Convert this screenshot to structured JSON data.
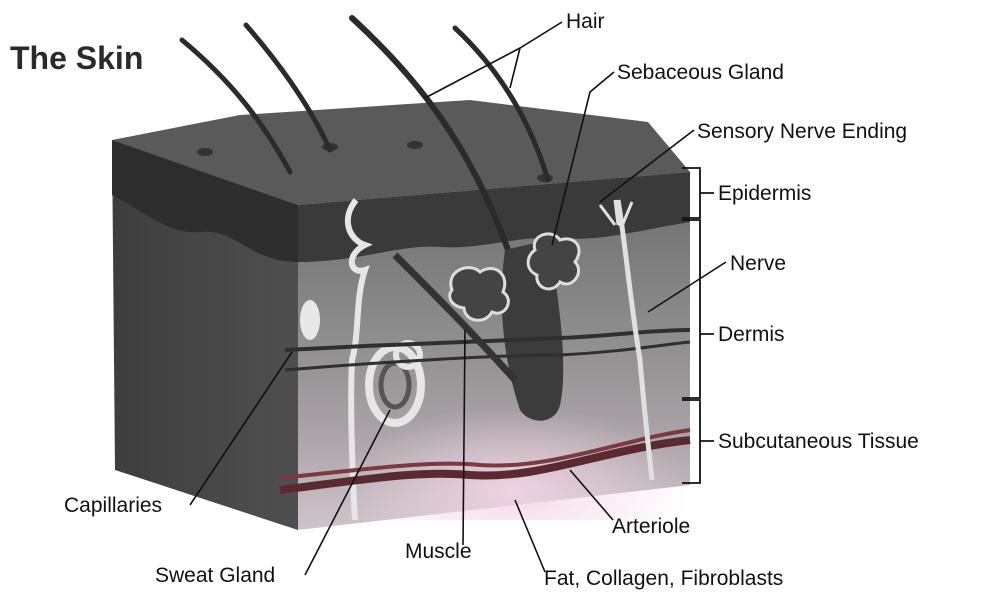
{
  "title": "The Skin",
  "labels": {
    "hair": "Hair",
    "sebaceous_gland": "Sebaceous Gland",
    "sensory_nerve_ending": "Sensory Nerve Ending",
    "epidermis": "Epidermis",
    "nerve": "Nerve",
    "dermis": "Dermis",
    "subcutaneous_tissue": "Subcutaneous Tissue",
    "capillaries": "Capillaries",
    "arteriole": "Arteriole",
    "muscle": "Muscle",
    "sweat_gland": "Sweat Gland",
    "fat_collagen_fibroblasts": "Fat, Collagen, Fibroblasts"
  }
}
